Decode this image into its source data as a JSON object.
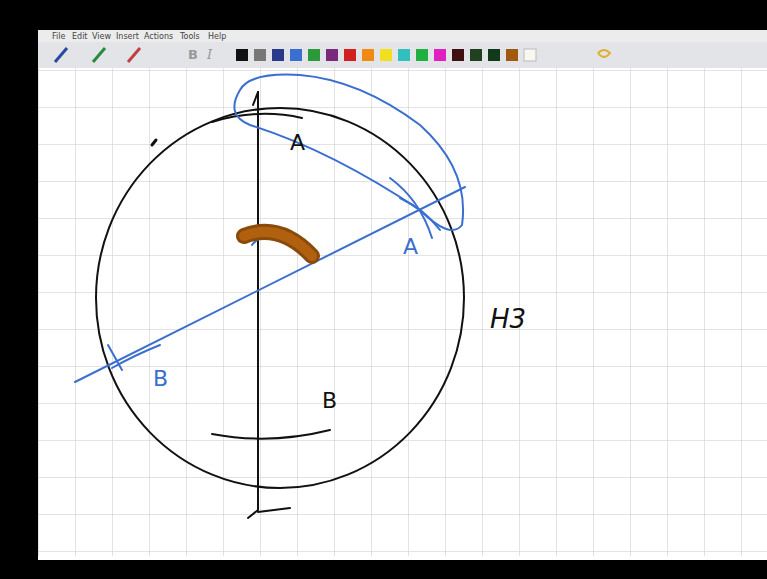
{
  "diagram": {
    "labels": [
      "File",
      "Edit",
      "View",
      "Insert",
      "Actions",
      "Tools",
      "Help",
      "B",
      "I",
      "A",
      "A",
      "B",
      "B",
      "H3"
    ]
  }
}
